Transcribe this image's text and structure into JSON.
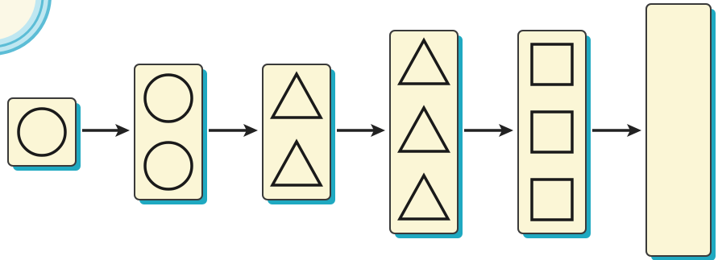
{
  "colors": {
    "panel_fill": "#fbf6d6",
    "panel_stroke": "#3a3a3a",
    "panel_shadow": "#1fa9c1",
    "shape_stroke": "#1a1a1a",
    "arrow": "#222222",
    "ring_light": "#bfe7f1",
    "ring_dark": "#5cbdd6",
    "corner_fill": "#fbf8e6"
  },
  "sequence": [
    {
      "shape": "circle",
      "count": 1
    },
    {
      "shape": "circle",
      "count": 2
    },
    {
      "shape": "triangle",
      "count": 2
    },
    {
      "shape": "triangle",
      "count": 3
    },
    {
      "shape": "square",
      "count": 3
    },
    {
      "shape": "blank",
      "count": 0
    }
  ],
  "connector_icon": "arrow-right-icon",
  "decoration_icon": "concentric-rings-icon"
}
